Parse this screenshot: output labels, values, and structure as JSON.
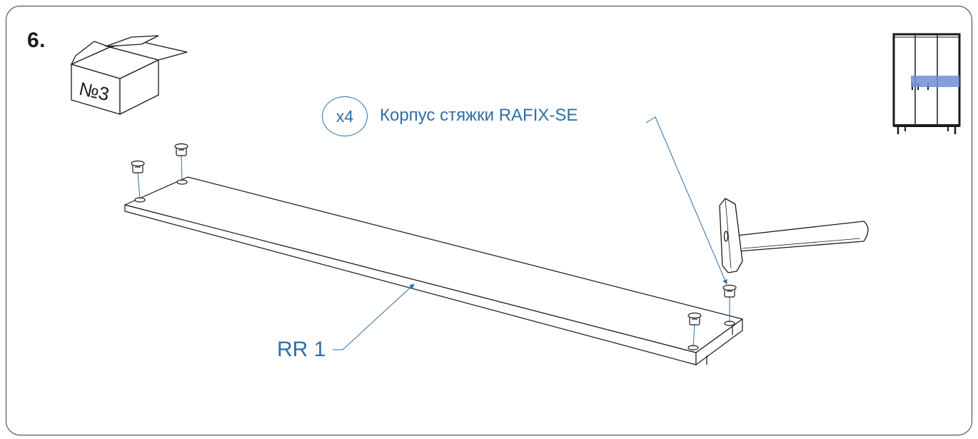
{
  "step": {
    "number": "6."
  },
  "box": {
    "label": "№3",
    "icon": "box-icon"
  },
  "part": {
    "quantity": "x4",
    "name": "Корпус стяжки RAFIX-SE"
  },
  "panel": {
    "label": "RR 1"
  },
  "tool": {
    "icon": "hammer-icon"
  },
  "overview": {
    "icon": "wardrobe-icon",
    "highlight_color": "#6f8fd6"
  },
  "colors": {
    "accent": "#2e6fa6",
    "line": "#1a1a1a"
  }
}
